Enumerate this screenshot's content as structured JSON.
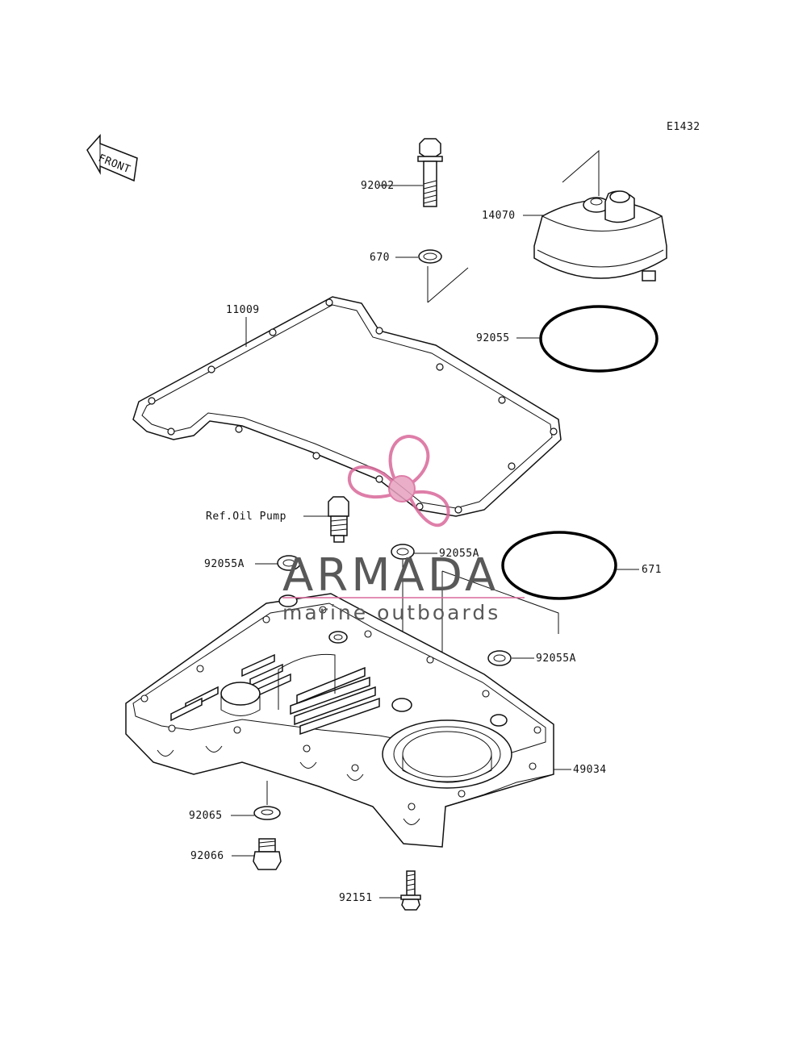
{
  "diagram_code": "E1432",
  "front_label": "FRONT",
  "callouts": {
    "p92002": "92002",
    "p14070": "14070",
    "p670": "670",
    "p11009": "11009",
    "p92055": "92055",
    "ref_oil_pump": "Ref.Oil Pump",
    "p92055A_left": "92055A",
    "p92055A_center": "92055A",
    "p671": "671",
    "p92055A_right": "92055A",
    "p49034": "49034",
    "p92065": "92065",
    "p92066": "92066",
    "p92151": "92151"
  },
  "watermark": {
    "brand": "ARMADA",
    "tagline": "marine outboards",
    "color": "#d9689a"
  }
}
